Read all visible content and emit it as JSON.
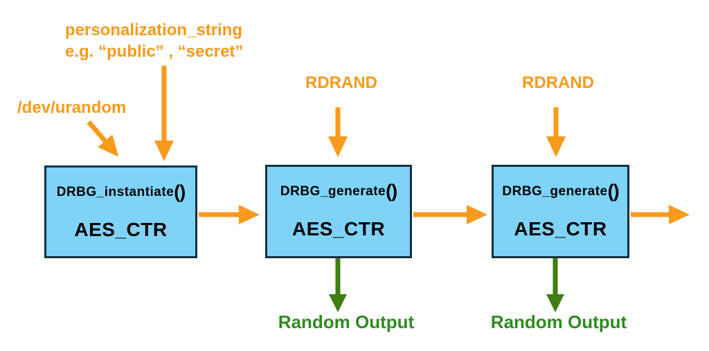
{
  "diagram": {
    "title_hint": "AES_CTR DRBG pipeline diagram",
    "labels": {
      "personalization_line1": "personalization_string",
      "personalization_line2": "e.g. “public” , “secret”",
      "dev_urandom": "/dev/urandom",
      "rdrand_1": "RDRAND",
      "rdrand_2": "RDRAND",
      "random_output_1": "Random Output",
      "random_output_2": "Random Output"
    },
    "boxes": [
      {
        "function": "DRBG_instantiate",
        "parens": "()",
        "algorithm": "AES_CTR"
      },
      {
        "function": "DRBG_generate",
        "parens": "()",
        "algorithm": "AES_CTR"
      },
      {
        "function": "DRBG_generate",
        "parens": "()",
        "algorithm": "AES_CTR"
      }
    ],
    "colors": {
      "accent_orange": "#F89A1C",
      "box_fill": "#7ED3F7",
      "box_border": "#14303F",
      "box_text": "#000000",
      "green_arrow": "#3F7E12",
      "green_text": "#2F8B21",
      "background": "#FFFFFF"
    }
  }
}
